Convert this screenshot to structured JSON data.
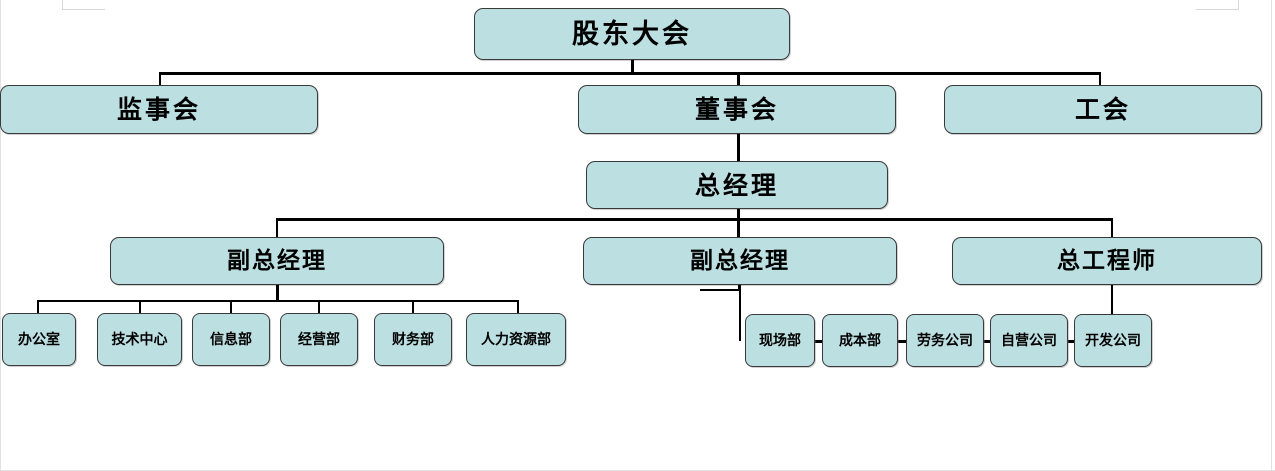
{
  "chart": {
    "type": "org-chart",
    "title_text": "",
    "colors": {
      "node_fill": "#bcdfe2",
      "node_border": "#3a3a3a",
      "connector": "#000000",
      "background": "#ffffff",
      "crop_mark": "#d8d8d8"
    },
    "levels": [
      {
        "level": 1,
        "nodes": [
          {
            "id": "shareholders-meeting",
            "label": "股东大会"
          }
        ]
      },
      {
        "level": 2,
        "nodes": [
          {
            "id": "board-of-supervisors",
            "label": "监事会"
          },
          {
            "id": "board-of-directors",
            "label": "董事会"
          },
          {
            "id": "labor-union",
            "label": "工会"
          }
        ]
      },
      {
        "level": 3,
        "nodes": [
          {
            "id": "general-manager",
            "label": "总经理"
          }
        ]
      },
      {
        "level": 4,
        "nodes": [
          {
            "id": "deputy-general-manager-1",
            "label": "副总经理"
          },
          {
            "id": "deputy-general-manager-2",
            "label": "副总经理"
          },
          {
            "id": "chief-engineer",
            "label": "总工程师"
          }
        ]
      },
      {
        "level": 5,
        "groups": [
          {
            "parent": "deputy-general-manager-1",
            "nodes": [
              {
                "id": "office",
                "label": "办公室"
              },
              {
                "id": "technology-center",
                "label": "技术中心"
              },
              {
                "id": "information-department",
                "label": "信息部"
              },
              {
                "id": "operations-department",
                "label": "经营部"
              },
              {
                "id": "finance-department",
                "label": "财务部"
              },
              {
                "id": "human-resources-department",
                "label": "人力资源部"
              }
            ]
          },
          {
            "parent": "deputy-general-manager-2",
            "nodes": [
              {
                "id": "site-department",
                "label": "现场部"
              },
              {
                "id": "cost-department",
                "label": "成本部"
              },
              {
                "id": "labor-service-company",
                "label": "劳务公司"
              },
              {
                "id": "self-operated-company",
                "label": "自营公司"
              },
              {
                "id": "development-company",
                "label": "开发公司"
              }
            ]
          }
        ]
      }
    ]
  }
}
